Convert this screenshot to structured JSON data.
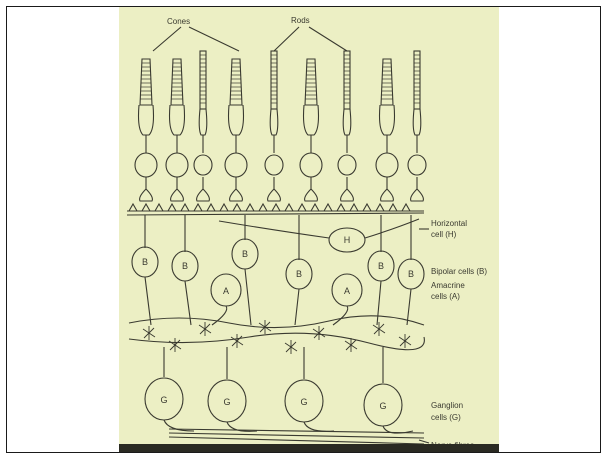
{
  "labels": {
    "cones": "Cones",
    "rods": "Rods",
    "horizontal_line1": "Horizontal",
    "horizontal_line2": "cell (H)",
    "bipolar": "Bipolar cells (B)",
    "amacrine_line1": "Amacrine",
    "amacrine_line2": "cells (A)",
    "ganglion_line1": "Ganglion",
    "ganglion_line2": "cells (G)",
    "nerve": "Nerve fibres"
  },
  "cell_letters": {
    "bipolar": "B",
    "horizontal": "H",
    "amacrine": "A",
    "ganglion": "G"
  },
  "colors": {
    "slide_background": "#ecefc4",
    "ink": "#3a3a30",
    "frame": "#1a1a1a"
  }
}
